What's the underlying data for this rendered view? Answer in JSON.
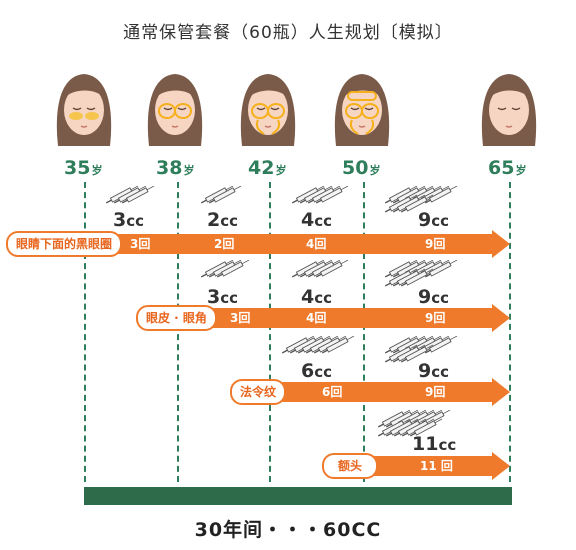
{
  "title": "通常保管套餐（60瓶）人生规划〔模拟〕",
  "age_unit": "岁",
  "ages": [
    "35",
    "38",
    "42",
    "50",
    "65"
  ],
  "cc_unit": "cc",
  "rows": [
    {
      "label": "眼睛下面的黑眼圈",
      "times": [
        "3回",
        "2回",
        "4回",
        "9回"
      ],
      "cc": [
        "3",
        "2",
        "4",
        "9"
      ]
    },
    {
      "label": "眼皮 · 眼角",
      "times": [
        "3回",
        "4回",
        "9回"
      ],
      "cc": [
        "3",
        "4",
        "9"
      ]
    },
    {
      "label": "法令纹",
      "times": [
        "6回",
        "9回"
      ],
      "cc": [
        "6",
        "9"
      ]
    },
    {
      "label": "额头",
      "times": [
        "11 回"
      ],
      "cc": [
        "11"
      ]
    }
  ],
  "footer": "30年间・・・60CC",
  "colors": {
    "orange": "#ef7a2c",
    "green": "#2e7d5b",
    "bar": "#2e6b4a",
    "syringe": "#555555"
  }
}
